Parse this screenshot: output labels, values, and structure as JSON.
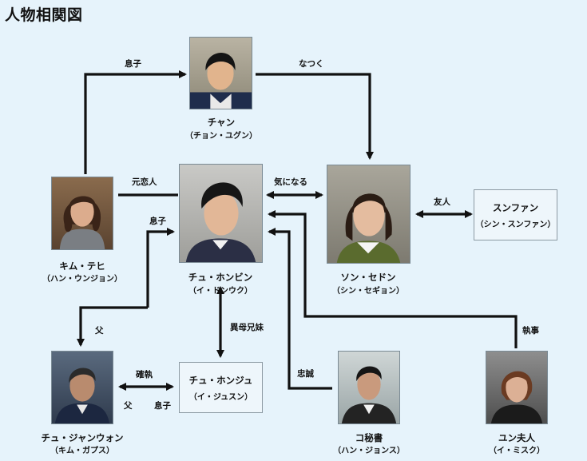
{
  "title": "人物相関図",
  "characters": {
    "chan": {
      "name": "チャン",
      "actor": "（チョン・ユグン）"
    },
    "taehee": {
      "name": "キム・テヒ",
      "actor": "（ハン・ウンジョン）"
    },
    "hongbin": {
      "name": "チュ・ホンビン",
      "actor": "（イ・ドンウク）"
    },
    "sedon": {
      "name": "ソン・セドン",
      "actor": "（シン・セギョン）"
    },
    "sunfan": {
      "name": "スンファン",
      "actor": "（シン・スンファン）"
    },
    "janwon": {
      "name": "チュ・ジャンウォン",
      "actor": "（キム・ガプス）"
    },
    "honju": {
      "name": "チュ・ホンジュ",
      "actor": "（イ・ジュスン）"
    },
    "ko": {
      "name": "コ秘書",
      "actor": "（ハン・ジョンス）"
    },
    "yun": {
      "name": "ユン夫人",
      "actor": "（イ・ミスク）"
    }
  },
  "relations": {
    "son_top": "息子",
    "natsuku": "なつく",
    "former_lover": "元恋人",
    "ki_ni_naru": "気になる",
    "friend": "友人",
    "son_left": "息子",
    "father_left": "父",
    "half_sibling": "異母兄妹",
    "conflict": "確執",
    "father_bottom": "父",
    "son_bottom": "息子",
    "loyalty": "忠誠",
    "butler": "執事"
  }
}
